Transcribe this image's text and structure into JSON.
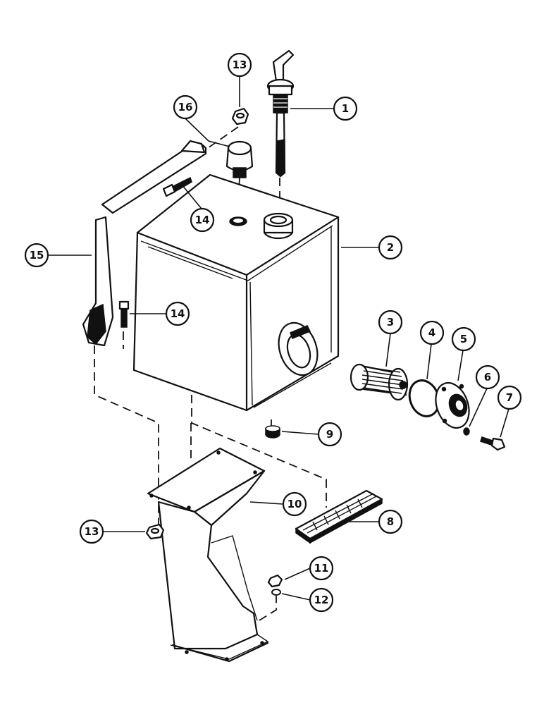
{
  "diagram": {
    "callouts": [
      {
        "id": "c1",
        "label": "1"
      },
      {
        "id": "c2",
        "label": "2"
      },
      {
        "id": "c3",
        "label": "3"
      },
      {
        "id": "c4",
        "label": "4"
      },
      {
        "id": "c5",
        "label": "5"
      },
      {
        "id": "c6",
        "label": "6"
      },
      {
        "id": "c7",
        "label": "7"
      },
      {
        "id": "c8",
        "label": "8"
      },
      {
        "id": "c9",
        "label": "9"
      },
      {
        "id": "c10",
        "label": "10"
      },
      {
        "id": "c11",
        "label": "11"
      },
      {
        "id": "c12",
        "label": "12"
      },
      {
        "id": "c13a",
        "label": "13"
      },
      {
        "id": "c13b",
        "label": "13"
      },
      {
        "id": "c14a",
        "label": "14"
      },
      {
        "id": "c14b",
        "label": "14"
      },
      {
        "id": "c15",
        "label": "15"
      },
      {
        "id": "c16",
        "label": "16"
      }
    ]
  }
}
